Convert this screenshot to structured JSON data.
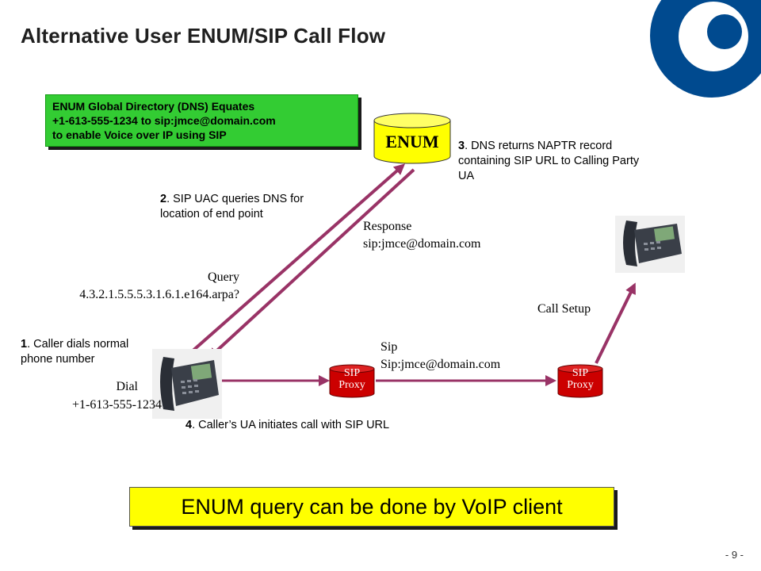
{
  "title": "Alternative User ENUM/SIP Call Flow",
  "note_box": {
    "lines": [
      "ENUM Global Directory (DNS) Equates",
      "+1-613-555-1234 to sip:jmce@domain.com",
      "to enable Voice over IP using SIP"
    ],
    "color": "#33cc33"
  },
  "enum_db": {
    "label": "ENUM",
    "color": "#ffff00"
  },
  "steps": {
    "step1": {
      "num": "1",
      "text_l1": ". Caller dials normal",
      "text_l2": "phone number"
    },
    "step2": {
      "num": "2",
      "text_l1": ". SIP UAC queries DNS for",
      "text_l2": "location of end point"
    },
    "step3": {
      "num": "3",
      "text_l1": ". DNS returns NAPTR record",
      "text_l2": "containing SIP URL to Calling Party",
      "text_l3": "UA"
    },
    "step4": {
      "num": "4",
      "text": ". Caller’s UA initiates call with SIP URL"
    }
  },
  "labels": {
    "query": "Query",
    "query_value": "4.3.2.1.5.5.5.3.1.6.1.e164.arpa?",
    "response": "Response",
    "response_value": "sip:jmce@domain.com",
    "dial": "Dial",
    "dial_value": "+1-613-555-1234",
    "sip": "Sip",
    "sip_value": "Sip:jmce@domain.com",
    "call_setup": "Call Setup"
  },
  "proxies": [
    {
      "line1": "SIP",
      "line2": "Proxy"
    },
    {
      "line1": "SIP",
      "line2": "Proxy"
    }
  ],
  "bottom_banner": "ENUM query can be done by VoIP client",
  "page_number": "- 9 -",
  "colors": {
    "arrow": "#993366",
    "proxy": "#cc0000",
    "logo": "#004a8f"
  },
  "icons": [
    "nortel-logo-icon",
    "ip-phone-icon"
  ]
}
